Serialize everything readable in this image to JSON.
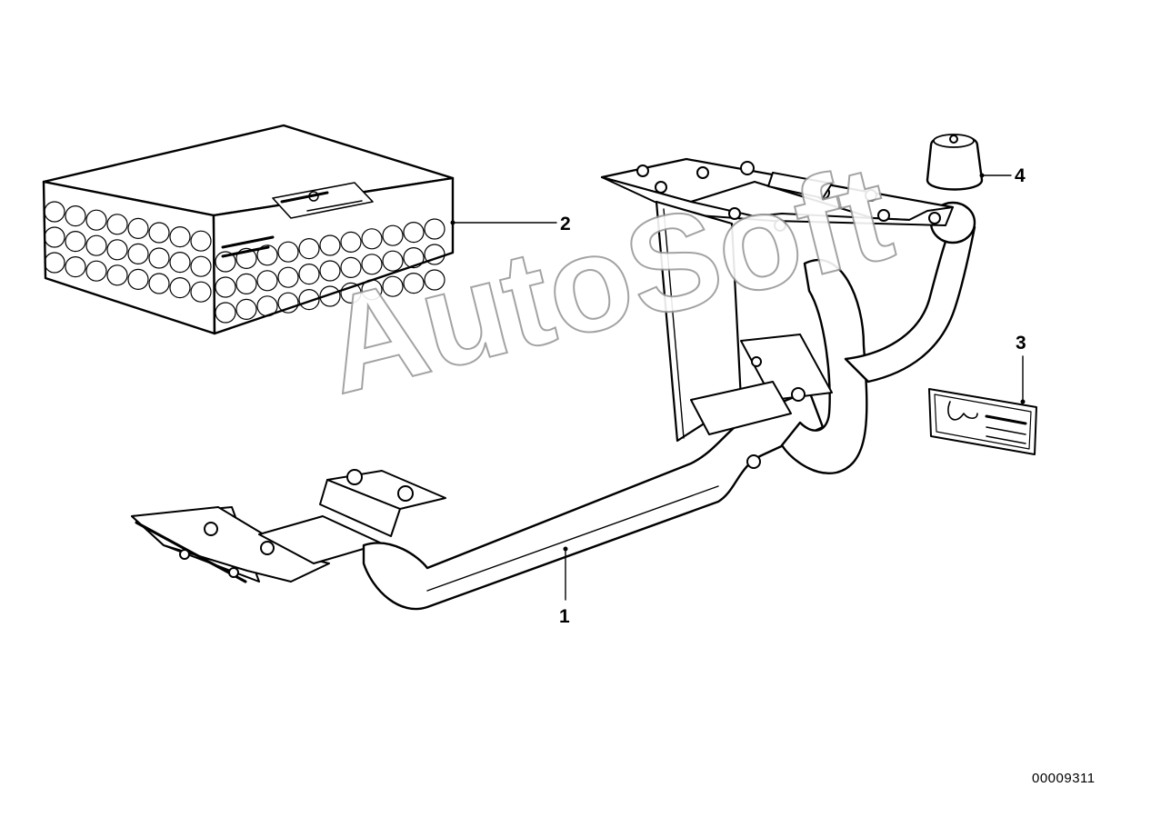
{
  "callouts": {
    "c1": "1",
    "c2": "2",
    "c3": "3",
    "c4": "4"
  },
  "document_number": "00009311",
  "watermark": "AutoSoft",
  "colors": {
    "ink": "#000000",
    "background": "#ffffff",
    "watermark_outline": "#9a9a9a"
  }
}
